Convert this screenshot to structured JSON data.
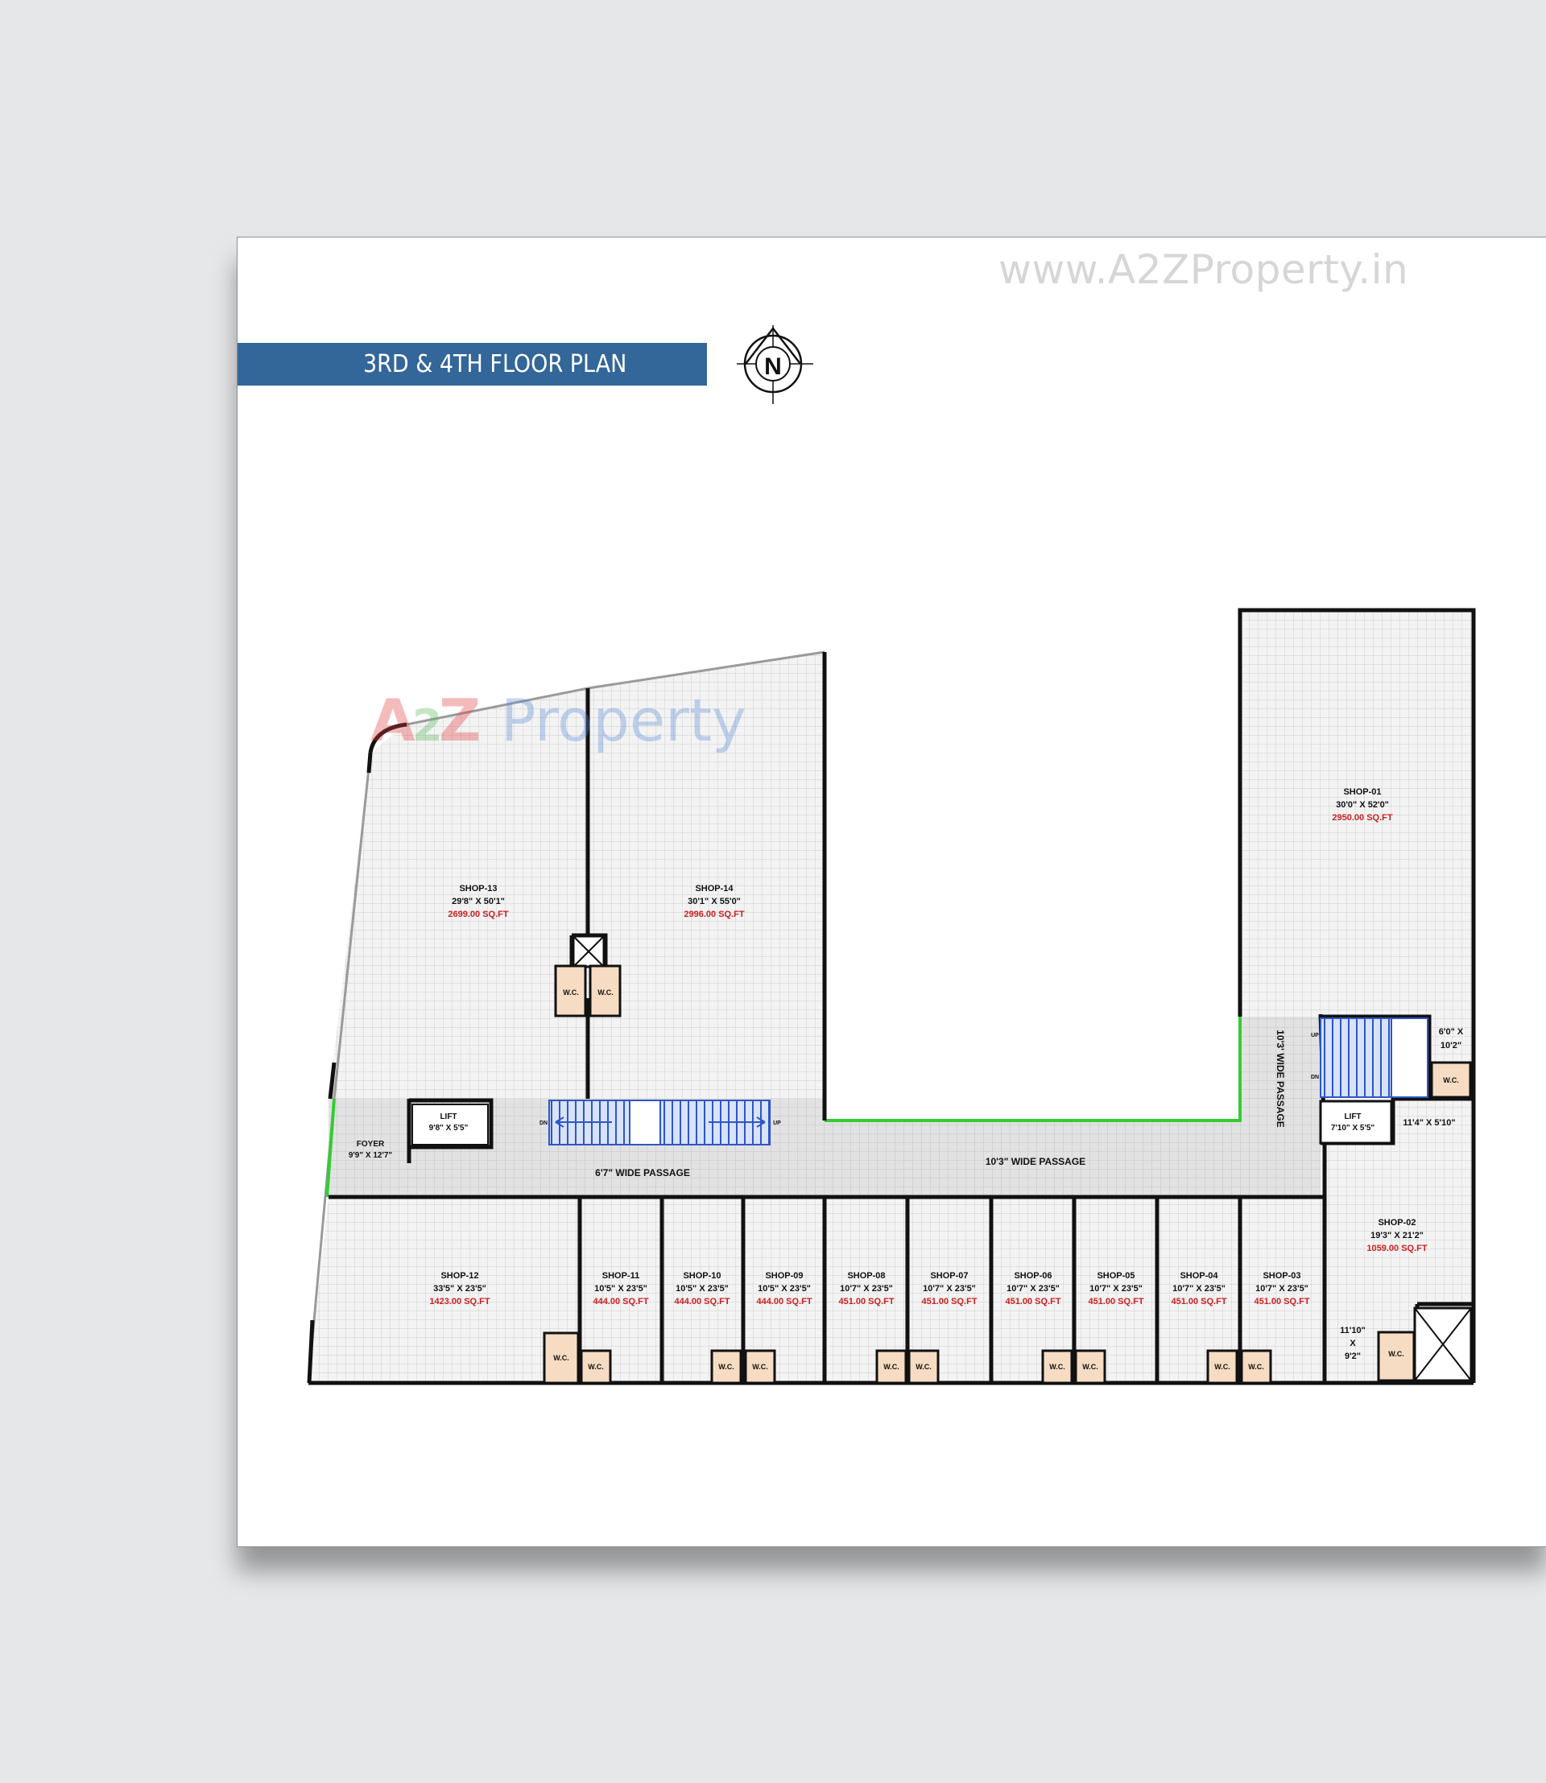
{
  "title": "3RD & 4TH FLOOR PLAN",
  "watermark_url": "www.A2ZProperty.in",
  "watermark_logo": "A2Z Property",
  "compass": {
    "label": "N"
  },
  "shops": [
    {
      "name": "SHOP-01",
      "size": "30'0\" X 52'0\"",
      "area": "2950.00 SQ.FT"
    },
    {
      "name": "SHOP-02",
      "size": "19'3\" X 21'2\"",
      "area": "1059.00 SQ.FT"
    },
    {
      "name": "SHOP-03",
      "size": "10'7\" X 23'5\"",
      "area": "451.00 SQ.FT"
    },
    {
      "name": "SHOP-04",
      "size": "10'7\" X 23'5\"",
      "area": "451.00 SQ.FT"
    },
    {
      "name": "SHOP-05",
      "size": "10'7\" X 23'5\"",
      "area": "451.00 SQ.FT"
    },
    {
      "name": "SHOP-06",
      "size": "10'7\" X 23'5\"",
      "area": "451.00 SQ.FT"
    },
    {
      "name": "SHOP-07",
      "size": "10'7\" X 23'5\"",
      "area": "451.00 SQ.FT"
    },
    {
      "name": "SHOP-08",
      "size": "10'7\" X 23'5\"",
      "area": "451.00 SQ.FT"
    },
    {
      "name": "SHOP-09",
      "size": "10'5\" X 23'5\"",
      "area": "444.00 SQ.FT"
    },
    {
      "name": "SHOP-10",
      "size": "10'5\" X 23'5\"",
      "area": "444.00 SQ.FT"
    },
    {
      "name": "SHOP-11",
      "size": "10'5\" X 23'5\"",
      "area": "444.00 SQ.FT"
    },
    {
      "name": "SHOP-12",
      "size": "33'5\" X 23'5\"",
      "area": "1423.00 SQ.FT"
    },
    {
      "name": "SHOP-13",
      "size": "29'8\" X 50'1\"",
      "area": "2699.00 SQ.FT"
    },
    {
      "name": "SHOP-14",
      "size": "30'1\" X 55'0\"",
      "area": "2996.00 SQ.FT"
    }
  ],
  "labels": {
    "foyer": "FOYER",
    "foyer_size": "9'9\" X 12'7\"",
    "lift_left": "LIFT",
    "lift_left_size": "9'8\" X 5'5\"",
    "lift_right": "LIFT",
    "lift_right_size": "7'10\" X 5'5\"",
    "passage_67": "6'7\" WIDE PASSAGE",
    "passage_103": "10'3\" WIDE PASSAGE",
    "passage_vertical": "10'3' WIDE PASSAGE",
    "room_60": "6'0\" X",
    "room_60_b": "10'2\"",
    "room_114": "11'4\" X 5'10\"",
    "room_1110": "11'10\"",
    "room_1110_x": "X",
    "room_1110_b": "9'2\"",
    "wc": "W.C.",
    "up": "UP",
    "dn": "DN"
  }
}
